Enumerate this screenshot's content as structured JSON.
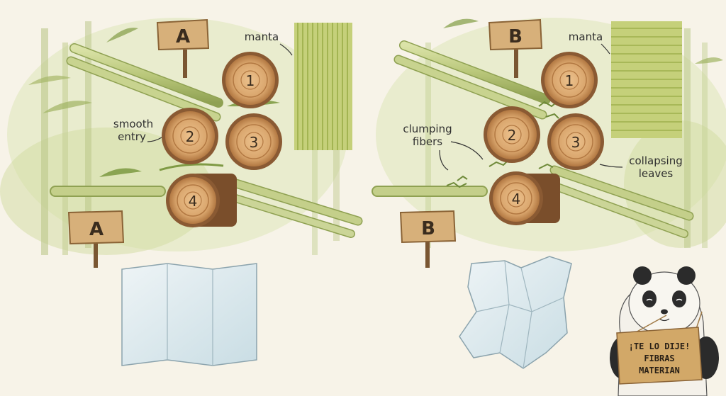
{
  "panel_a": {
    "sign_top": "A",
    "sign_bottom": "A",
    "rollers": [
      "1",
      "2",
      "3",
      "4"
    ],
    "label_manta": "manta",
    "label_entry_line1": "smooth",
    "label_entry_line2": "entry"
  },
  "panel_b": {
    "sign_top": "B",
    "sign_bottom": "B",
    "rollers": [
      "1",
      "2",
      "3",
      "4"
    ],
    "label_manta": "manta",
    "label_fibers_line1": "clumping",
    "label_fibers_line2": "fibers",
    "label_leaves_line1": "collapsing",
    "label_leaves_line2": "leaves"
  },
  "panda": {
    "sign_line1": "¡TE LO DIJE!",
    "sign_line2": "FIBRAS",
    "sign_line3": "MATERIAN"
  },
  "colors": {
    "background": "#f7f3e8",
    "bamboo": "#b9c77a",
    "log_face": "#d9a56c",
    "log_bark": "#8a5a33",
    "sign_wood": "#d7b07a",
    "manta": "#aebe5a"
  }
}
